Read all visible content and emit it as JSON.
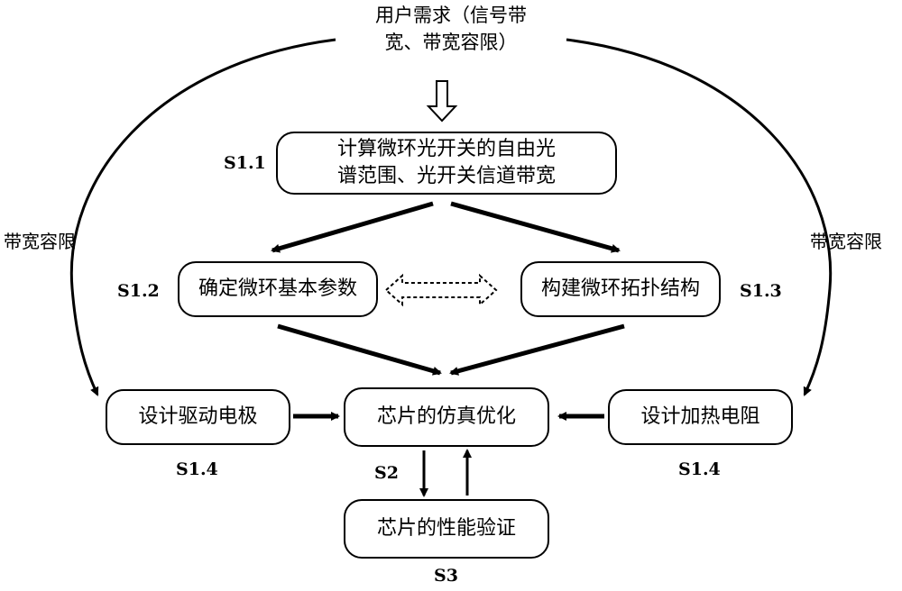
{
  "top_requirement": "用户需求（信号带\n宽、带宽容限）",
  "nodes": {
    "s11": "计算微环光开关的自由光\n谱范围、光开关信道带宽",
    "s12": "确定微环基本参数",
    "s13": "构建微环拓扑结构",
    "drive": "设计驱动电极",
    "sim": "芯片的仿真优化",
    "heat": "设计加热电阻",
    "verify": "芯片的性能验证"
  },
  "labels": {
    "s11": "S1.1",
    "s12": "S1.2",
    "s13": "S1.3",
    "s14_left": "S1.4",
    "s14_right": "S1.4",
    "s2": "S2",
    "s3": "S3"
  },
  "side_labels": {
    "left": "带宽容限",
    "right": "带宽容限"
  }
}
